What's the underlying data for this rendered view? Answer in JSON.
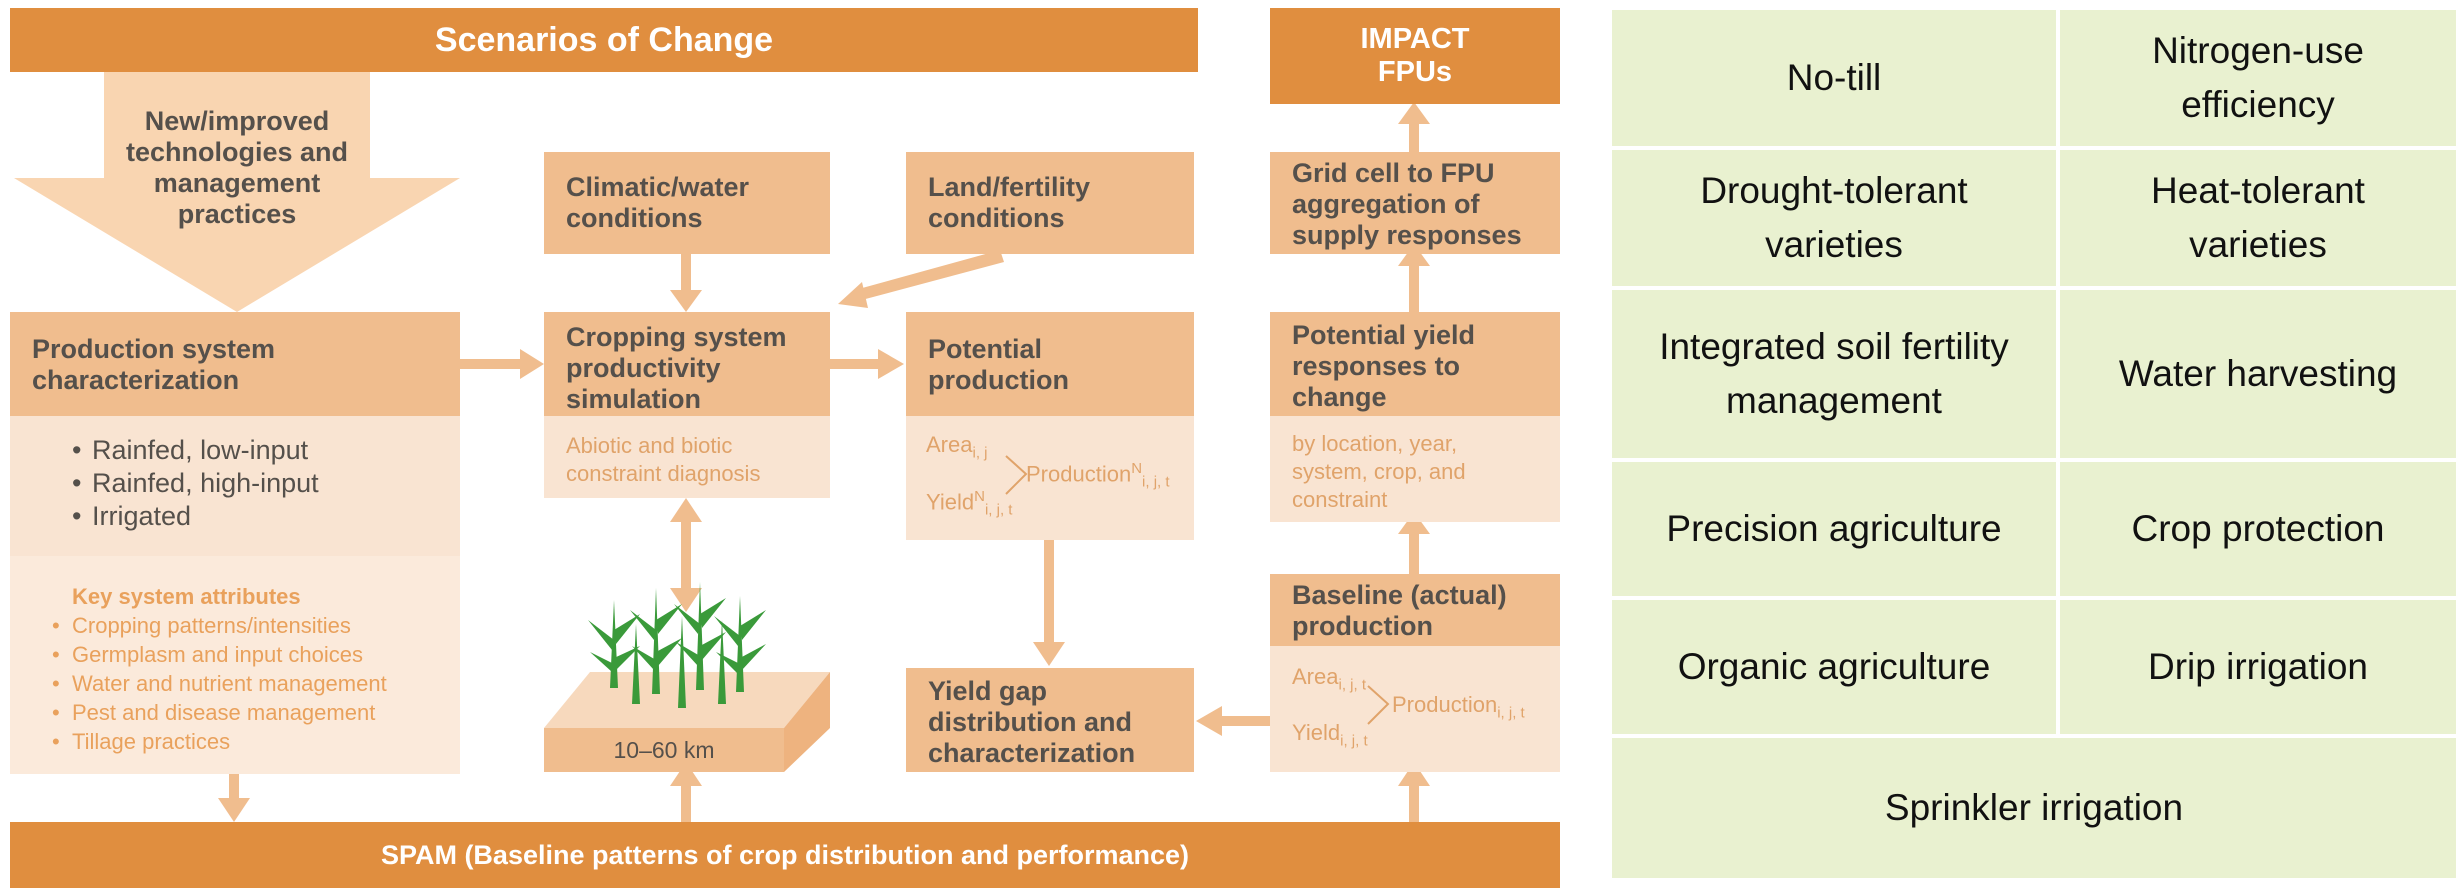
{
  "diagram": {
    "scenarios_title": "Scenarios of Change",
    "impact_title": "IMPACT\nFPUs",
    "arrow_text": "New/improved\ntechnologies and\nmanagement\npractices",
    "production_system": {
      "title": "Production system\ncharacterization",
      "items": [
        "Rainfed, low-input",
        "Rainfed, high-input",
        "Irrigated"
      ],
      "attributes_title": "Key system attributes",
      "attributes": [
        "Cropping patterns/intensities",
        "Germplasm and input choices",
        "Water and nutrient management",
        "Pest and disease management",
        "Tillage practices"
      ]
    },
    "climatic": "Climatic/water\nconditions",
    "land": "Land/fertility\nconditions",
    "cropping": {
      "title": "Cropping system\nproductivity\nsimulation",
      "sub": "Abiotic and biotic\nconstraint diagnosis"
    },
    "potential_production": {
      "title": "Potential\nproduction",
      "area": "Area",
      "area_sub": "i, j",
      "yield": "Yield",
      "yield_sup": "N",
      "yield_sub": "i, j, t",
      "production": "Production",
      "production_sup": "N",
      "production_sub": "i, j, t"
    },
    "grid_scale": "10–60 km",
    "yield_gap": "Yield gap\ndistribution and\ncharacterization",
    "grid_cell": "Grid cell to FPU\naggregation of\nsupply responses",
    "potential_yield": {
      "title": "Potential yield\nresponses to\nchange",
      "sub": "by location, year,\nsystem, crop, and\nconstraint"
    },
    "baseline": {
      "title": "Baseline (actual)\nproduction",
      "area": "Area",
      "area_sub": "i, j, t",
      "yield": "Yield",
      "yield_sub": "i, j, t",
      "production": "Production",
      "production_sub": "i, j, t"
    },
    "spam": "SPAM (Baseline patterns of crop distribution and performance)"
  },
  "technologies_table": {
    "rows": [
      [
        "No-till",
        "Nitrogen-use\nefficiency"
      ],
      [
        "Drought-tolerant\nvarieties",
        "Heat-tolerant\nvarieties"
      ],
      [
        "Integrated soil fertility\nmanagement",
        "Water harvesting"
      ],
      [
        "Precision agriculture",
        "Crop protection"
      ],
      [
        "Organic agriculture",
        "Drip irrigation"
      ],
      [
        "Sprinkler irrigation"
      ]
    ]
  },
  "colors": {
    "dark_orange": "#e08e3f",
    "mid_orange": "#f0bd8e",
    "light_orange": "#f9e4d2",
    "table_green": "#e9f1d0"
  }
}
